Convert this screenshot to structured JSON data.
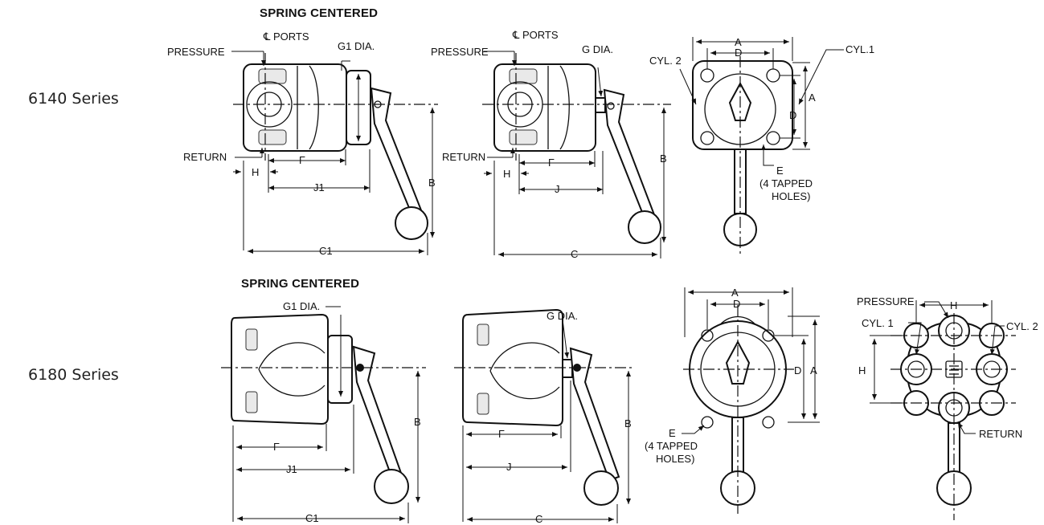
{
  "series": [
    {
      "label": "6140 Series",
      "heading": "SPRING CENTERED"
    },
    {
      "label": "6180 Series",
      "heading": "SPRING CENTERED"
    }
  ],
  "labels": {
    "pressure": "PRESSURE",
    "return": "RETURN",
    "ports": "℄ PORTS",
    "g1_dia": "G1 DIA.",
    "g_dia": "G DIA.",
    "cyl1_a": "CYL.1",
    "cyl2_a": "CYL. 2",
    "cyl1_b": "CYL. 1",
    "cyl2_b": "CYL. 2",
    "e_label": "E",
    "tapped_1": "(4 TAPPED",
    "tapped_2": "HOLES)",
    "dim_a": "A",
    "dim_b": "B",
    "dim_c": "C",
    "dim_c1": "C1",
    "dim_d": "D",
    "dim_f": "F",
    "dim_h": "H",
    "dim_j": "J",
    "dim_j1": "J1"
  }
}
